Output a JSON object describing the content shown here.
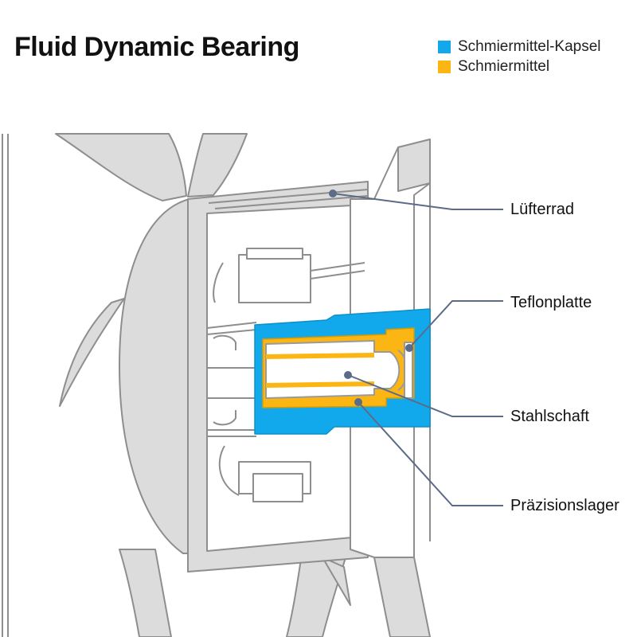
{
  "title": "Fluid Dynamic Bearing",
  "legend": [
    {
      "label": "Schmiermittel-Kapsel",
      "color": "#12a9ec"
    },
    {
      "label": "Schmiermittel",
      "color": "#fbb614"
    }
  ],
  "callouts": {
    "fan": "Lüfterrad",
    "teflon": "Teflonplatte",
    "shaft": "Stahlschaft",
    "bearing": "Präzisionslager"
  },
  "colors": {
    "outline": "#8e8e8e",
    "fill_gray": "#dcdcdc",
    "leader": "#5c6b88"
  }
}
